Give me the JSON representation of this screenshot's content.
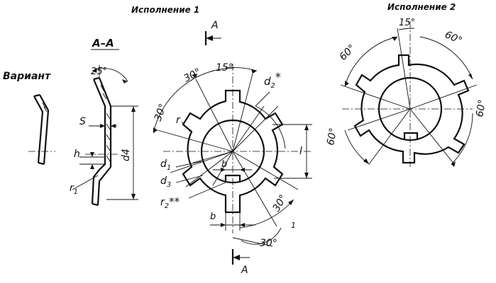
{
  "titles": {
    "variant1": "Исполнение 1",
    "variant2": "Исполнение 2",
    "option": "Вариант",
    "section": "А–А"
  },
  "section_marker": "А",
  "labels": {
    "s": "S",
    "h": "h",
    "r1": "r",
    "r1_sub": "1",
    "d4": "d4",
    "r": "r",
    "d1": "d",
    "d1_sub": "1",
    "d2": "d",
    "d2_sub": "2",
    "d2_mark": "*",
    "d3": "d",
    "d3_sub": "3",
    "r2": "r",
    "r2_sub": "2",
    "r2_mark": "**",
    "b": "b",
    "l": "l",
    "one": "1"
  },
  "angles": {
    "a25": "25°",
    "a30_top": "30°",
    "a15": "15°",
    "a30_left": "30°",
    "a30_right": "30°",
    "a30_bottom": "30°",
    "v2_15": "15°",
    "v2_60_tl": "60°",
    "v2_60_tr": "60°",
    "v2_60_r": "60°",
    "v2_60_l": "60°"
  }
}
